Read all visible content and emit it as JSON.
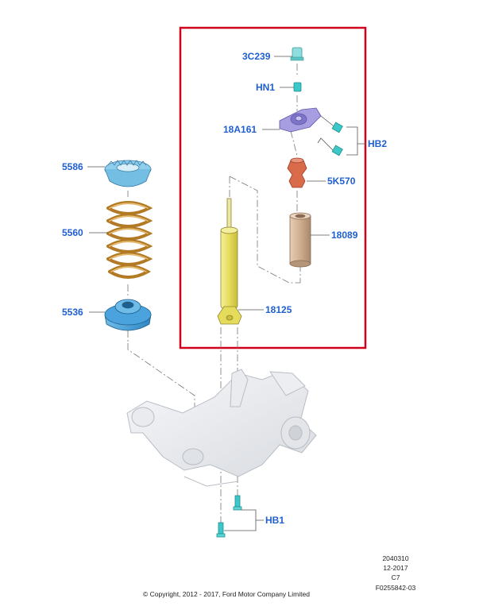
{
  "callouts": {
    "c3c239": "3C239",
    "hn1": "HN1",
    "c18a161": "18A161",
    "hb2": "HB2",
    "c5k570": "5K570",
    "c18089": "18089",
    "c18125": "18125",
    "c5586": "5586",
    "c5560": "5560",
    "c5536": "5536",
    "hb1": "HB1"
  },
  "footer": {
    "line1": "2040310",
    "line2": "12-2017",
    "line3": "C7",
    "line4": "F0255842-03",
    "copyright": "© Copyright, 2012 - 2017, Ford Motor Company Limited"
  },
  "colors": {
    "highlight_box": "#d0021b",
    "callout_text": "#1f5fd1",
    "damper": "#e8e070",
    "spring": "#d9a450",
    "seat": "#4aa3dc",
    "isolator": "#8fcdec",
    "bumper": "#d96a4a",
    "dust_boot": "#c9a98a",
    "mount": "#9a90d8",
    "fastener": "#3cc8c8"
  }
}
